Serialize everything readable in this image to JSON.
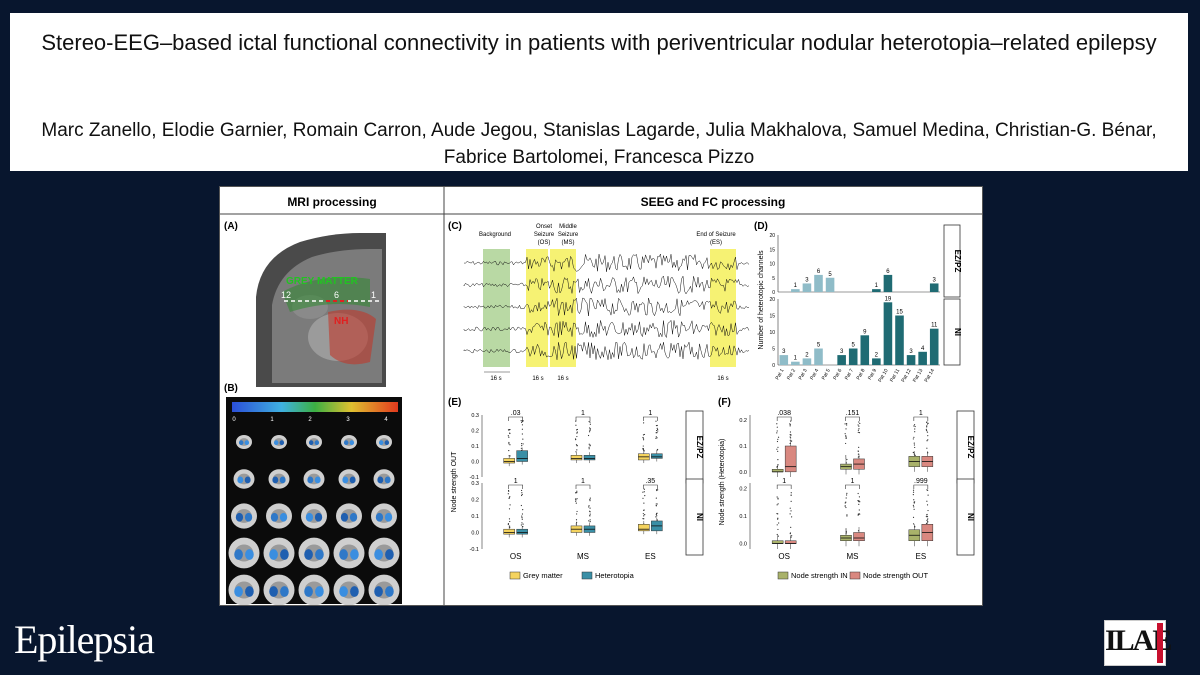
{
  "title": "Stereo-EEG–based ictal functional connectivity in patients with periventricular nodular heterotopia–related epilepsy",
  "authors": "Marc Zanello, Elodie Garnier, Romain Carron, Aude Jegou, Stanislas Lagarde, Julia Makhalova, Samuel Medina, Christian-G. Bénar, Fabrice Bartolomei, Francesca Pizzo",
  "journal": "Epilepsia",
  "publisher_logo": "ILAE",
  "figure": {
    "col_mri": "MRI processing",
    "col_seeg": "SEEG and FC processing",
    "panels": {
      "a": "(A)",
      "b": "(B)",
      "c": "(C)",
      "d": "(D)",
      "e": "(E)",
      "f": "(F)"
    },
    "panel_a": {
      "grey_matter": "GREY MATTER",
      "nh": "NH",
      "n12": "12",
      "n6": "6",
      "n1": "1"
    },
    "panel_b": {
      "scale_ticks": [
        "0",
        "1",
        "2",
        "3",
        "4"
      ]
    },
    "panel_c": {
      "background": "Background",
      "onset": [
        "Onset",
        "Seizure",
        "(OS)"
      ],
      "middle": [
        "Middle",
        "Seizure",
        "(MS)"
      ],
      "end": [
        "End of Seizure",
        "(ES)"
      ],
      "durations": [
        "16 s",
        "16 s",
        "16 s",
        "16 s"
      ]
    },
    "colors": {
      "highlight_green": "#a8d08d",
      "highlight_yellow": "#f5f05a",
      "grey_matter": "#f4d35e",
      "heterotopia": "#3a8fa6",
      "node_in": "#a9b26a",
      "node_out": "#d98880",
      "bar_light": "#8fbcc8",
      "bar_dark": "#1f6b73"
    }
  },
  "chart_data": [
    {
      "type": "bar",
      "panel": "(D)",
      "ylabel": "Number of heterotopic channels",
      "categories": [
        "Pat 1",
        "Pat 2",
        "Pat 3",
        "Pat 4",
        "Pat 5",
        "Pat 6",
        "Pat 7",
        "Pat 8",
        "Pat 9",
        "Pat 10",
        "Pat 11",
        "Pat 12",
        "Pat 13",
        "Pat 14"
      ],
      "ylim": [
        0,
        20
      ],
      "yticks": [
        "0",
        "5",
        "10",
        "15",
        "20"
      ],
      "series": [
        {
          "name": "EZ/PZ",
          "values": [
            null,
            1,
            3,
            6,
            5,
            null,
            null,
            null,
            1,
            6,
            null,
            null,
            null,
            3
          ]
        },
        {
          "name": "NI",
          "values": [
            3,
            1,
            2,
            5,
            null,
            3,
            5,
            9,
            2,
            19,
            15,
            3,
            4,
            11
          ]
        }
      ]
    },
    {
      "type": "box",
      "panel": "(E)",
      "ylabel": "Node strength OUT",
      "categories": [
        "OS",
        "MS",
        "ES"
      ],
      "legend": [
        "Grey matter",
        "Heterotopia"
      ],
      "yticks": [
        "0.3",
        "0.2",
        "0.1",
        "0.0",
        "-0.1"
      ],
      "rows": [
        {
          "name": "EZ/PZ",
          "pvalues": [
            ".03",
            "1",
            "1"
          ],
          "medians": [
            [
              0.0,
              0.02
            ],
            [
              0.02,
              0.02
            ],
            [
              0.03,
              0.03
            ]
          ],
          "q1": [
            [
              -0.01,
              0.0
            ],
            [
              0.01,
              0.01
            ],
            [
              0.01,
              0.02
            ]
          ],
          "q3": [
            [
              0.02,
              0.07
            ],
            [
              0.04,
              0.04
            ],
            [
              0.05,
              0.05
            ]
          ]
        },
        {
          "name": "NI",
          "pvalues": [
            "1",
            "1",
            ".35"
          ],
          "medians": [
            [
              0.0,
              0.0
            ],
            [
              0.02,
              0.02
            ],
            [
              0.02,
              0.04
            ]
          ],
          "q1": [
            [
              -0.01,
              -0.01
            ],
            [
              0.0,
              0.0
            ],
            [
              0.01,
              0.01
            ]
          ],
          "q3": [
            [
              0.02,
              0.02
            ],
            [
              0.04,
              0.04
            ],
            [
              0.05,
              0.07
            ]
          ]
        }
      ]
    },
    {
      "type": "box",
      "panel": "(F)",
      "ylabel": "Node strength (Heterotopia)",
      "categories": [
        "OS",
        "MS",
        "ES"
      ],
      "legend": [
        "Node strength IN",
        "Node strength OUT"
      ],
      "yticks": [
        "0.2",
        "0.1",
        "0.0"
      ],
      "rows": [
        {
          "name": "EZ/PZ",
          "pvalues": [
            ".038",
            ".151",
            "1"
          ],
          "medians": [
            [
              0.0,
              0.02
            ],
            [
              0.02,
              0.03
            ],
            [
              0.04,
              0.04
            ]
          ],
          "q1": [
            [
              0.0,
              0.0
            ],
            [
              0.01,
              0.01
            ],
            [
              0.02,
              0.02
            ]
          ],
          "q3": [
            [
              0.01,
              0.1
            ],
            [
              0.03,
              0.05
            ],
            [
              0.06,
              0.06
            ]
          ]
        },
        {
          "name": "NI",
          "pvalues": [
            "1",
            "1",
            ".999"
          ],
          "medians": [
            [
              0.0,
              0.0
            ],
            [
              0.02,
              0.02
            ],
            [
              0.03,
              0.04
            ]
          ],
          "q1": [
            [
              0.0,
              0.0
            ],
            [
              0.01,
              0.01
            ],
            [
              0.01,
              0.01
            ]
          ],
          "q3": [
            [
              0.01,
              0.01
            ],
            [
              0.03,
              0.04
            ],
            [
              0.05,
              0.07
            ]
          ]
        }
      ]
    }
  ]
}
